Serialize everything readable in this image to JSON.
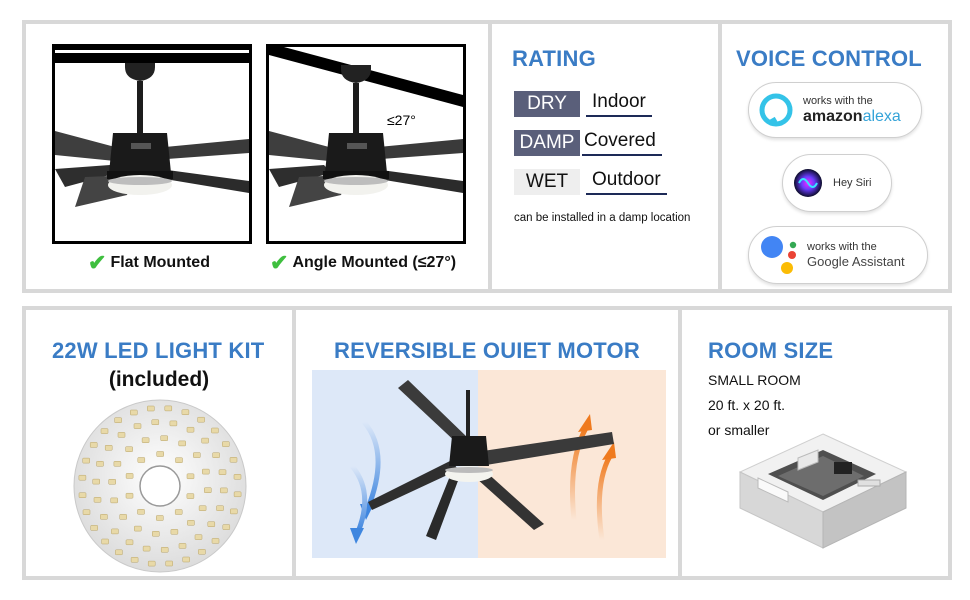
{
  "mount": {
    "flat_caption": "Flat Mounted",
    "angle_caption": "Angle Mounted (≤27°)",
    "angle_label": "≤27°"
  },
  "rating": {
    "title": "RATING",
    "rows": [
      {
        "tag": "DRY",
        "value": "Indoor",
        "tag_bg": "#5a5f7a",
        "tag_color": "#ffffff"
      },
      {
        "tag": "DAMP",
        "value": "Covered",
        "tag_bg": "#5a5f7a",
        "tag_color": "#ffffff"
      },
      {
        "tag": "WET",
        "value": "Outdoor",
        "tag_bg": "#eeeeee",
        "tag_color": "#111111"
      }
    ],
    "note": "can be installed in a damp location"
  },
  "voice": {
    "title": "VOICE CONTROL",
    "alexa_small": "works with the",
    "alexa_brand_a": "amazon",
    "alexa_brand_b": "alexa",
    "siri": "Hey Siri",
    "google_small": "works with the",
    "google_big": "Google Assistant"
  },
  "led": {
    "title": "22W LED LIGHT KIT",
    "subtitle": "(included)"
  },
  "motor": {
    "title": "REVERSIBLE OUIET MOTOR"
  },
  "room": {
    "title": "ROOM SIZE",
    "line1": "SMALL ROOM",
    "line2": "20 ft. x 20 ft.",
    "line3": "or smaller"
  },
  "colors": {
    "accent": "#3a7cc5",
    "panel_border": "#d8d8d8",
    "check_green": "#3fbf3f",
    "cool_bg": "#dde8f8",
    "warm_bg": "#fbe7d7"
  }
}
